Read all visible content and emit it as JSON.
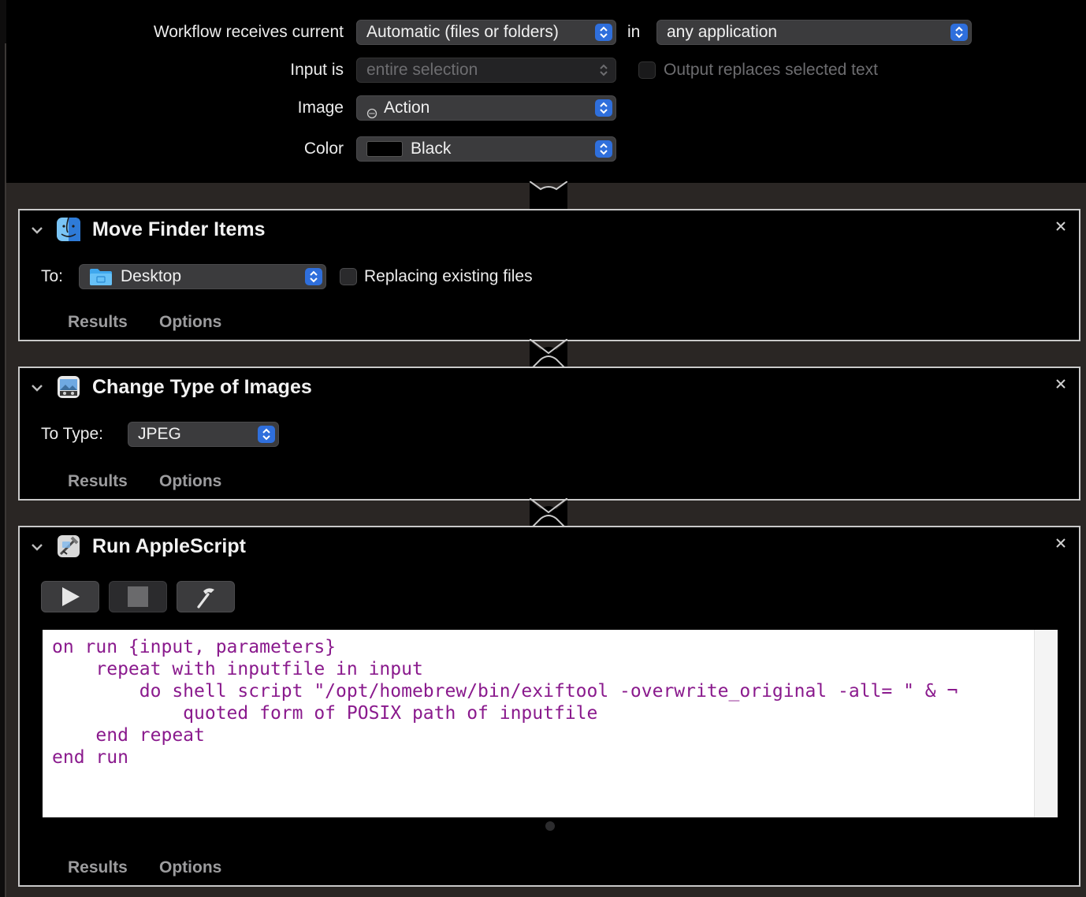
{
  "workflow": {
    "receives_label": "Workflow receives current",
    "receives_value": "Automatic (files or folders)",
    "in_label": "in",
    "application_value": "any application",
    "input_is_label": "Input is",
    "input_is_value": "entire selection",
    "output_replaces_label": "Output replaces selected text",
    "image_label": "Image",
    "image_value": "Action",
    "color_label": "Color",
    "color_value": "Black",
    "color_swatch": "#000000"
  },
  "actions": [
    {
      "title": "Move Finder Items",
      "icon": "finder-icon",
      "to_label": "To:",
      "to_value": "Desktop",
      "replacing_label": "Replacing existing files",
      "tabs": [
        "Results",
        "Options"
      ]
    },
    {
      "title": "Change Type of Images",
      "icon": "preview-icon",
      "to_type_label": "To Type:",
      "to_type_value": "JPEG",
      "tabs": [
        "Results",
        "Options"
      ]
    },
    {
      "title": "Run AppleScript",
      "icon": "script-editor-icon",
      "toolbar": [
        "run-icon",
        "stop-icon",
        "compile-hammer-icon"
      ],
      "code": [
        "on run {input, parameters}",
        "    repeat with inputfile in input",
        "        do shell script \"/opt/homebrew/bin/exiftool -overwrite_original -all= \" & ¬",
        "            quoted form of POSIX path of inputfile",
        "    end repeat",
        "end run"
      ],
      "tabs": [
        "Results",
        "Options"
      ]
    }
  ],
  "colors": {
    "accent_blue": "#2f6fdc",
    "code_purple": "#8a1a8d",
    "panel_border": "#c9c9c9"
  }
}
